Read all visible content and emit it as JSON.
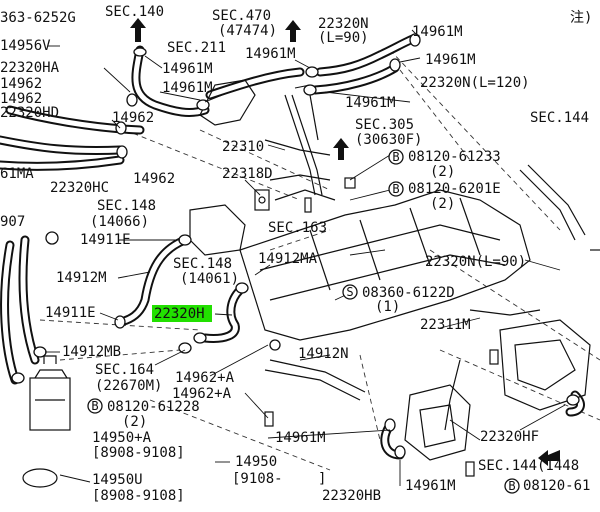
{
  "labels": {
    "l1": "363-6252G",
    "l2": "14956V",
    "l3": "22320HA",
    "l4": "14962",
    "l5": "14962",
    "l6": "22320HD",
    "l7": "61MA",
    "l8": "22320HC",
    "l9": "14962",
    "l10": "14962",
    "l11": "SEC.140",
    "l12": "14961M",
    "l13": "14961M",
    "l14": "SEC.211",
    "l15": "SEC.470",
    "l16": "(47474)",
    "l17": "14961M",
    "l18": "22320N",
    "l19": "(L=90)",
    "l20": "14961M",
    "l21": "14961M",
    "l22": "22320N(L=120)",
    "l23": "14961M",
    "l24": "注)",
    "l25": "SEC.144",
    "l26": "SEC.305",
    "l27": "(30630F)",
    "l28": "22310",
    "l29": "08120-61233",
    "l30": "(2)",
    "l31": "08120-6201E",
    "l32": "(2)",
    "l33": "22318D",
    "l34": "SEC.148",
    "l35": "(14066)",
    "l36": "14911E",
    "l37": "907",
    "l38": "SEC.163",
    "l39": "SEC.148",
    "l40": "(14061)",
    "l41": "14912MA",
    "l42": "14912M",
    "l43": "22320N(L=90)",
    "l44": "08360-6122D",
    "l45": "(1)",
    "l46": "14911E",
    "l47": "22320H",
    "l48": "22311M",
    "l49": "14912MB",
    "l50": "SEC.164",
    "l51": "(22670M)",
    "l52": "14962+A",
    "l53": "14962+A",
    "l54": "14912N",
    "l55": "08120-61228",
    "l56": "(2)",
    "l57": "14950+A",
    "l58": "[8908-9108]",
    "l59": "14950",
    "l60": "14950U",
    "l61": "[9108-",
    "l62": "]",
    "l63": "[8908-9108]",
    "l64": "14961M",
    "l65": "22320HF",
    "l66": "SEC.144(1448",
    "l67": "22320HB",
    "l68": "14961M",
    "l69": "08120-61"
  },
  "markers": {
    "bolt": "B",
    "screw": "S"
  }
}
